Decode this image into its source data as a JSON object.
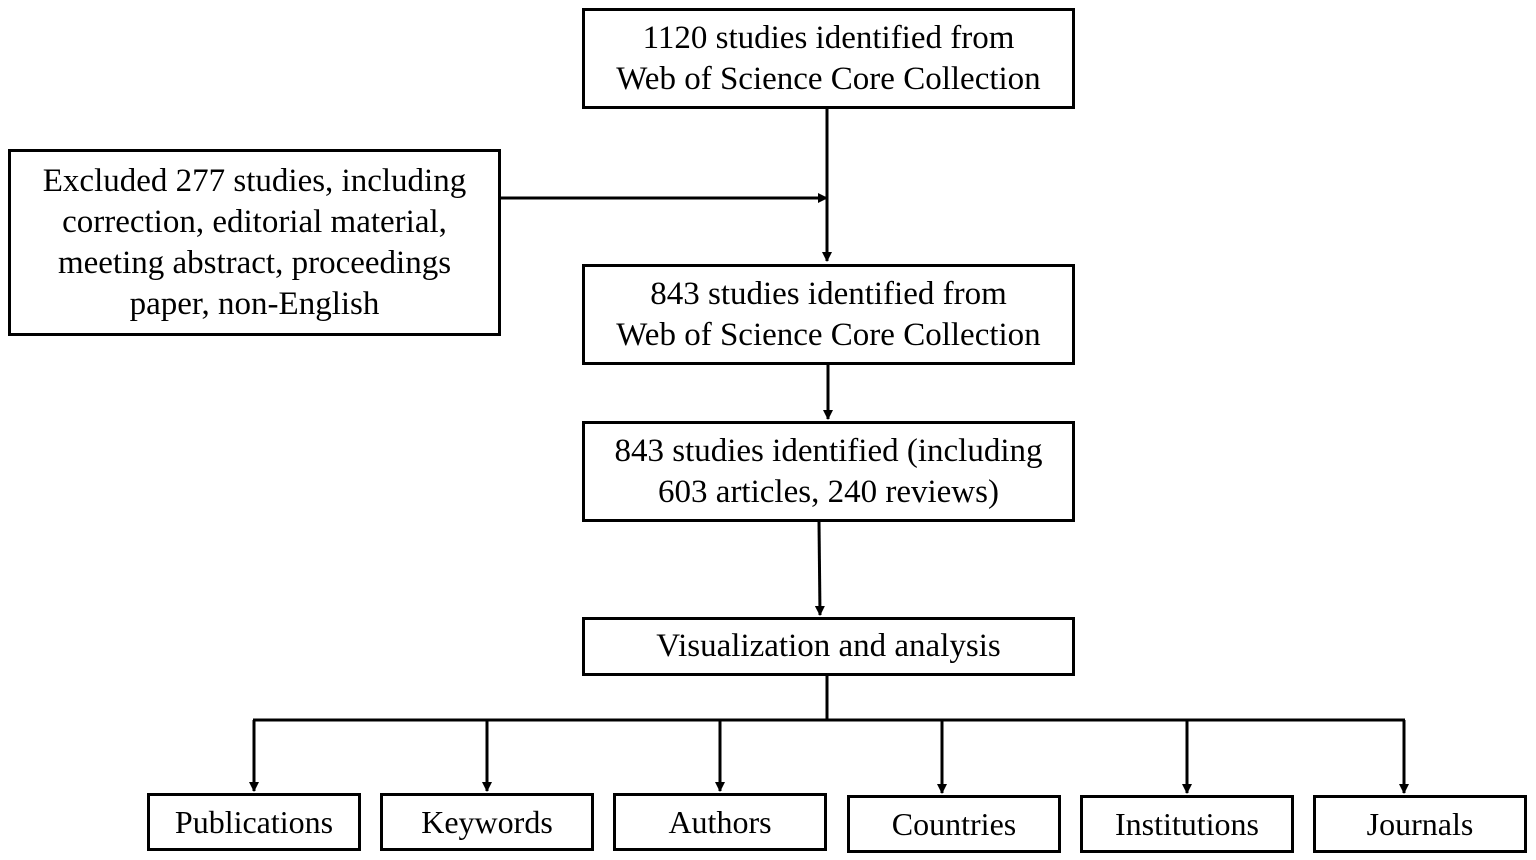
{
  "boxes": {
    "initial": {
      "lines": [
        "1120 studies identified from",
        "Web of Science Core Collection"
      ]
    },
    "excluded": {
      "lines": [
        "Excluded 277 studies, including",
        "correction, editorial material,",
        "meeting abstract, proceedings",
        "paper, non-English"
      ]
    },
    "screened": {
      "lines": [
        "843 studies identified from",
        "Web of Science Core Collection"
      ]
    },
    "included": {
      "lines": [
        "843 studies identified (including",
        "603 articles, 240 reviews)"
      ]
    },
    "analysis": {
      "lines": [
        "Visualization and analysis"
      ]
    }
  },
  "outputs": [
    "Publications",
    "Keywords",
    "Authors",
    "Countries",
    "Institutions",
    "Journals"
  ],
  "colors": {
    "stroke": "#000000",
    "background": "#ffffff"
  }
}
